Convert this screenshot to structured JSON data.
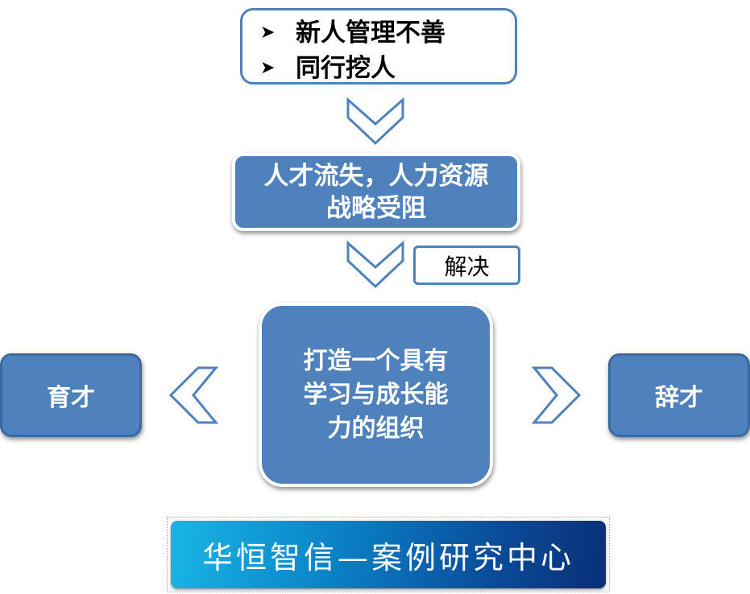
{
  "causes": {
    "items": [
      "新人管理不善",
      "同行挖人"
    ],
    "bullet_icon": "arrowhead-bullet-icon"
  },
  "problem": {
    "text": "人才流失，人力资源战略受阻"
  },
  "solve_label": "解决",
  "goal": {
    "text": "打造一个具有学习与成长能力的组织"
  },
  "left": {
    "text": "育才"
  },
  "right": {
    "text": "辞才"
  },
  "banner": {
    "text": "华恒智信—案例研究中心"
  },
  "colors": {
    "accent": "#4f81bd",
    "banner_start": "#19b6e6",
    "banner_end": "#0a2f76"
  }
}
